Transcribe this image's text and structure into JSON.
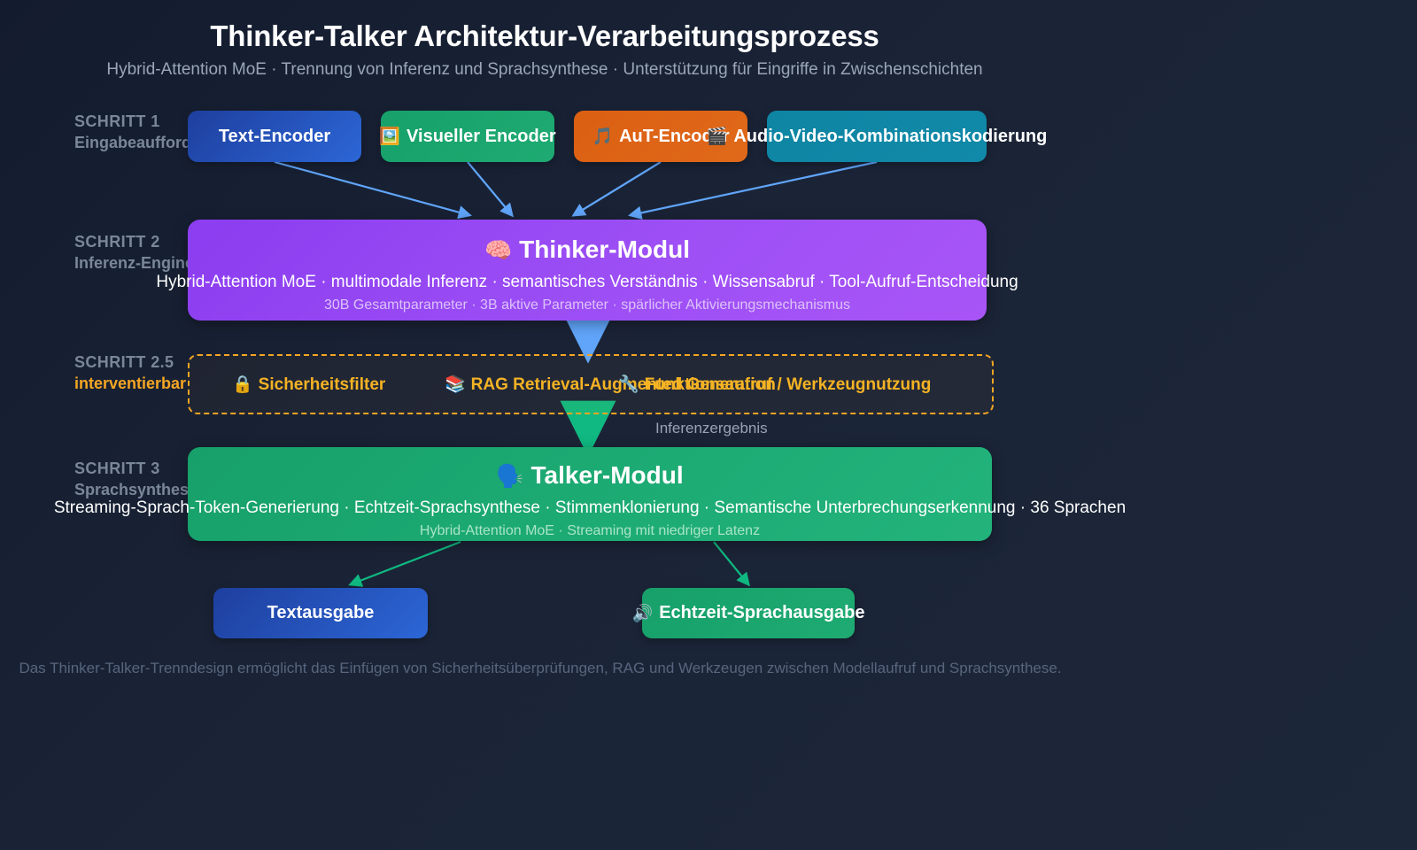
{
  "header": {
    "title": "Thinker-Talker Architektur-Verarbeitungsprozess",
    "subtitle": "Hybrid-Attention MoE · Trennung von Inferenz und Sprachsynthese · Unterstützung für Eingriffe in Zwischenschichten"
  },
  "colors": {
    "background": "#1c2739",
    "text_encoder": "#2563eb",
    "vision_encoder": "#17a06a",
    "audio_encoder": "#db5f12",
    "av_encoder": "#0e85a3",
    "thinker": "#9d4ff5",
    "talker": "#1dab74",
    "intervention": "#f5a623",
    "arrow_blue": "#60a5fa",
    "arrow_green": "#10b981",
    "step_label": "#7a8699",
    "footer": "#57657d"
  },
  "steps": [
    {
      "num": "SCHRITT 1",
      "sub": "Eingabeaufforderung"
    },
    {
      "num": "SCHRITT 2",
      "sub": "Inferenz-Engine"
    },
    {
      "num": "SCHRITT 2.5",
      "sub": "interventierbar"
    },
    {
      "num": "SCHRITT 3",
      "sub": "Sprachsynthese"
    }
  ],
  "encoders": [
    {
      "emoji": "",
      "icon": "text-icon",
      "label": "Text-Encoder"
    },
    {
      "emoji": "🖼️",
      "icon": "image-icon",
      "label": "Visueller Encoder"
    },
    {
      "emoji": "🎵",
      "icon": "music-note-icon",
      "label": "AuT-Encoder"
    },
    {
      "emoji": "🎬",
      "icon": "clapperboard-icon",
      "label": "Audio-Video-Kombinationskodierung"
    }
  ],
  "thinker": {
    "emoji": "🧠",
    "icon": "brain-icon",
    "title": "Thinker-Modul",
    "features": "Hybrid-Attention MoE · multimodale Inferenz · semantisches Verständnis · Wissensabruf · Tool-Aufruf-Entscheidung",
    "meta": "30B Gesamtparameter · 3B aktive Parameter · spärlicher Aktivierungsmechanismus"
  },
  "intervention": [
    {
      "emoji": "🔒",
      "icon": "lock-icon",
      "label": "Sicherheitsfilter"
    },
    {
      "emoji": "📚",
      "icon": "books-icon",
      "label": "RAG Retrieval-Augmented Generation"
    },
    {
      "emoji": "🔧",
      "icon": "wrench-icon",
      "label": "Funktionsaufruf / Werkzeugnutzung"
    }
  ],
  "edges": {
    "inference_result": "Inferenzergebnis"
  },
  "talker": {
    "emoji": "🗣️",
    "icon": "speaking-head-icon",
    "title": "Talker-Modul",
    "features": "Streaming-Sprach-Token-Generierung · Echtzeit-Sprachsynthese · Stimmenklonierung · Semantische Unterbrechungserkennung · 36 Sprachen",
    "meta": "Hybrid-Attention MoE · Streaming mit niedriger Latenz"
  },
  "outputs": [
    {
      "emoji": "",
      "icon": "document-icon",
      "label": "Textausgabe"
    },
    {
      "emoji": "🔊",
      "icon": "loudspeaker-icon",
      "label": "Echtzeit-Sprachausgabe"
    }
  ],
  "footer": {
    "note": "Das Thinker-Talker-Trenndesign ermöglicht das Einfügen von Sicherheitsüberprüfungen, RAG und Werkzeugen zwischen Modellaufruf und Sprachsynthese."
  }
}
